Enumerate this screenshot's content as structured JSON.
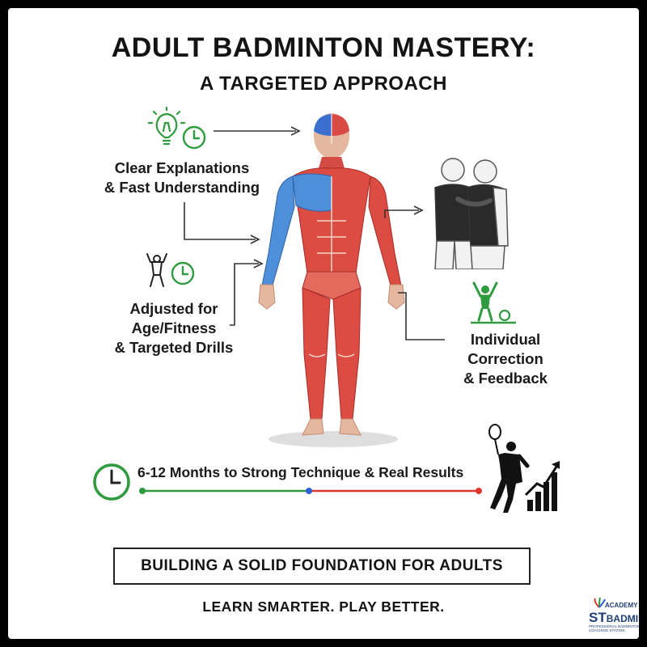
{
  "header": {
    "title": "ADULT BADMINTON MASTERY:",
    "subtitle": "A TARGETED APPROACH"
  },
  "labels": {
    "clear": [
      "Clear Explanations",
      "& Fast Understanding"
    ],
    "adjusted": [
      "Adjusted for",
      "Age/Fitness",
      "& Targeted Drills"
    ],
    "individual": [
      "Individual",
      "Correction",
      "& Feedback"
    ]
  },
  "timeline": {
    "text": "6-12 Months to Strong Technique & Real Results",
    "colors": {
      "green": "#2e9a3e",
      "blue": "#2f5fd6",
      "red": "#e0352b"
    }
  },
  "footer": {
    "foundation": "BUILDING A SOLID FOUNDATION FOR ADULTS",
    "tagline": "LEARN SMARTER. PLAY BETTER."
  },
  "logo": {
    "top": "ACADEMY",
    "prefix": "ST",
    "main": "BADMINTON",
    "sub": "PROFESSIONAL BADMINTON COACHING STATION"
  },
  "colors": {
    "muscle_red": "#e0524a",
    "muscle_blue": "#4d8fd9",
    "icon_green": "#2f9b3f",
    "text": "#141414"
  },
  "icons": [
    "lightbulb-icon",
    "clock-icon",
    "fitness-figure-icon",
    "coach-player-illustration",
    "celebrating-player-icon",
    "badminton-player-silhouette",
    "growth-chart-icon"
  ]
}
